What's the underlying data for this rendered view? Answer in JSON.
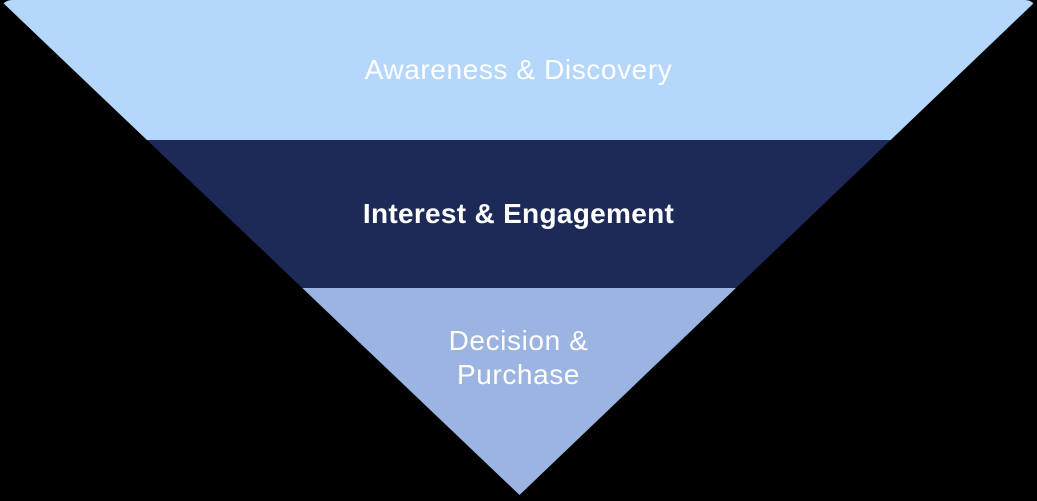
{
  "diagram": {
    "type": "inverted-funnel",
    "background_color": "#000000",
    "text_color": "#FFFFFF",
    "stages": [
      {
        "label": "Awareness & Discovery",
        "color": "#B4D7FB",
        "emphasis": "light"
      },
      {
        "label": "Interest & Engagement",
        "color": "#1D2956",
        "emphasis": "bold"
      },
      {
        "label": "Decision & Purchase",
        "label_line1": "Decision &",
        "label_line2": "Purchase",
        "color": "#9CB4E1",
        "emphasis": "light"
      }
    ]
  }
}
